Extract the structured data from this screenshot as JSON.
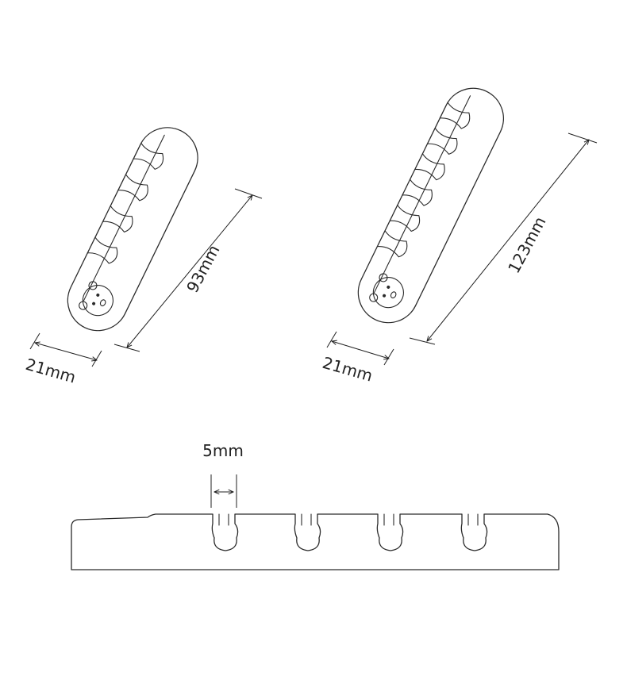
{
  "dimensions": {
    "small_length": "93mm",
    "small_width": "21mm",
    "large_length": "123mm",
    "large_width": "21mm",
    "slot_gap": "5mm"
  },
  "colors": {
    "line": "#2a2a2a",
    "background": "#ffffff"
  },
  "icons": {
    "bear_face": "bear-face-icon"
  }
}
